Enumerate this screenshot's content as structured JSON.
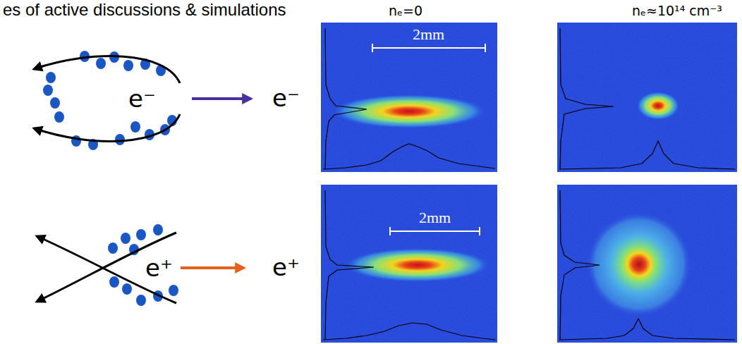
{
  "diagram": {
    "title": "es of active discussions & simulations",
    "nodes": [
      {
        "text": [
          "e⁻"
        ]
      },
      {
        "text": [
          "e⁺"
        ]
      }
    ],
    "labels": [
      "nₑ=0",
      "nₑ≈10¹⁴ cm⁻³",
      "e⁻",
      "2mm",
      "e⁺",
      "2mm"
    ]
  }
}
